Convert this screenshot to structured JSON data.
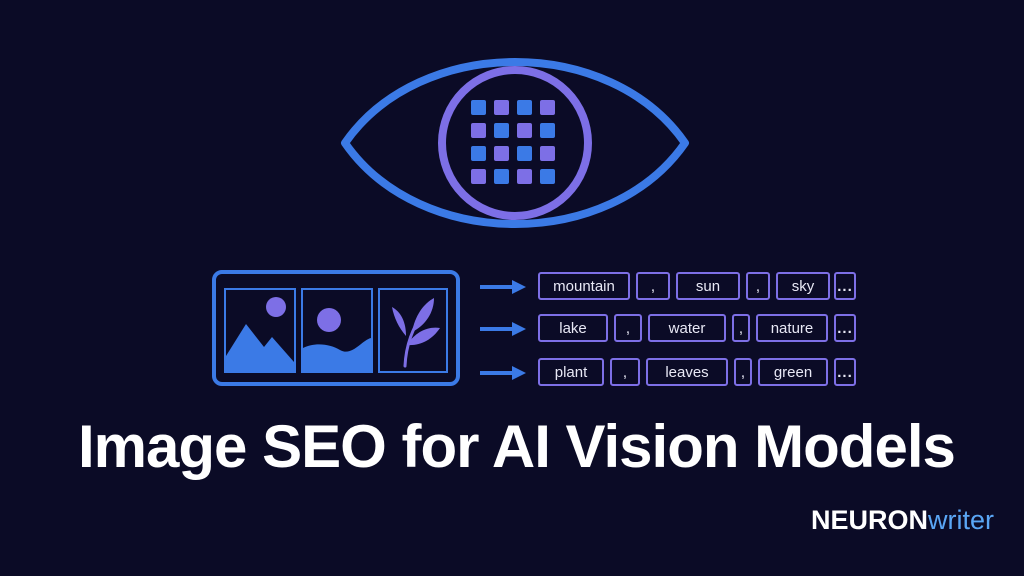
{
  "title": "Image SEO for AI Vision Models",
  "brand": {
    "part1": "NEURON",
    "part2": "writer"
  },
  "colors": {
    "background": "#0b0b26",
    "blue": "#3b7ae6",
    "purple": "#7d6fe6",
    "text": "#ffffff",
    "brand_accent": "#5aa6f5"
  },
  "illustration": {
    "icons": [
      "eye-icon",
      "grid-icon",
      "mountain-sun-icon",
      "sun-wave-icon",
      "leaf-plant-icon",
      "arrow-right-icon"
    ]
  },
  "tags": [
    {
      "t1": "mountain",
      "sep1": ",",
      "t2": "sun",
      "sep2": ",",
      "t3": "sky",
      "more": "..."
    },
    {
      "t1": "lake",
      "sep1": ",",
      "t2": "water",
      "sep2": ",",
      "t3": "nature",
      "more": "..."
    },
    {
      "t1": "plant",
      "sep1": ",",
      "t2": "leaves",
      "sep2": ",",
      "t3": "green",
      "more": "..."
    }
  ]
}
